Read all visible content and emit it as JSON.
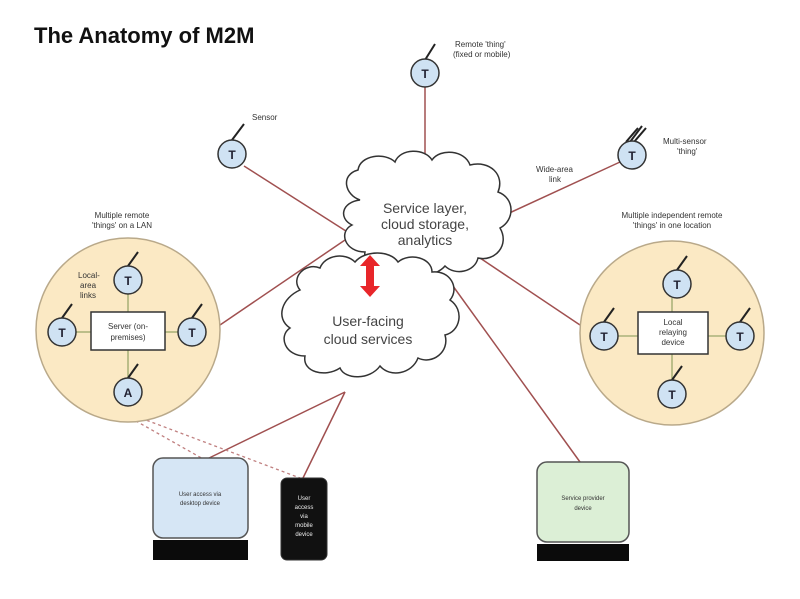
{
  "title": "The Anatomy of M2M",
  "things": {
    "remote": {
      "letter": "T",
      "label_l1": "Remote 'thing'",
      "label_l2": "(fixed or mobile)"
    },
    "sensor": {
      "letter": "T",
      "label_l1": "Sensor"
    },
    "multisensor": {
      "letter": "T",
      "label_l1": "Multi-sensor",
      "label_l2": "'thing'"
    }
  },
  "links": {
    "wide_area_l1": "Wide-area",
    "wide_area_l2": "link"
  },
  "clouds": {
    "service_layer": {
      "l1": "Service layer,",
      "l2": "cloud storage,",
      "l3": "analytics"
    },
    "user_facing": {
      "l1": "User-facing",
      "l2": "cloud services"
    }
  },
  "lan_group": {
    "caption_l1": "Multiple remote",
    "caption_l2": "'things' on a LAN",
    "local_links_l1": "Local-",
    "local_links_l2": "area",
    "local_links_l3": "links",
    "server_l1": "Server (on-",
    "server_l2": "premises)",
    "nodes": [
      "T",
      "T",
      "T",
      "A"
    ]
  },
  "independent_group": {
    "caption_l1": "Multiple independent remote",
    "caption_l2": "'things' in one location",
    "relay_l1": "Local",
    "relay_l2": "relaying",
    "relay_l3": "device",
    "nodes": [
      "T",
      "T",
      "T",
      "T"
    ]
  },
  "devices": {
    "desktop": {
      "l1": "User access via",
      "l2": "desktop device",
      "color": "#d6e6f5"
    },
    "mobile": {
      "l1": "User",
      "l2": "access",
      "l3": "via",
      "l4": "mobile",
      "l5": "device",
      "color": "#111111"
    },
    "provider": {
      "l1": "Service provider",
      "l2": "device",
      "color": "#dcefd6"
    }
  },
  "colors": {
    "link": "#a05050",
    "arrow": "#e8262a",
    "group_fill": "#fbe9c4",
    "node_fill": "#cfe2f3"
  }
}
